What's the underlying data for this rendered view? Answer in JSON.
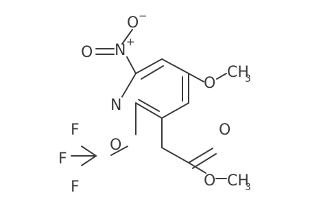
{
  "molecule": {
    "atoms": {
      "ring_nitrogen": "N",
      "nitro_nitrogen": "N",
      "nitro_charge_plus": "+",
      "nitro_oxide_oxygen": "O",
      "nitro_oxide_charge": "−",
      "nitro_double_oxygen": "O",
      "methoxy_oxygen": "O",
      "methoxy_methyl": "CH",
      "methoxy_methyl_sub": "3",
      "ether_oxygen": "O",
      "fluorine_top": "F",
      "fluorine_left": "F",
      "fluorine_bottom": "F",
      "carbonyl_oxygen": "O",
      "ester_oxygen": "O",
      "ester_methyl": "CH",
      "ester_methyl_sub": "3"
    },
    "colors": {
      "bond": "#3a3a3a",
      "label": "#3a3a3a",
      "background": "#ffffff"
    }
  }
}
